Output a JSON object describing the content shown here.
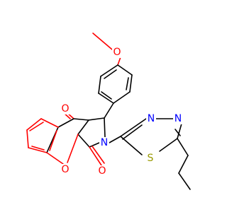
{
  "colors": {
    "carbon_bond": "#000000",
    "oxygen": "#ff0000",
    "nitrogen": "#0000ff",
    "sulfur": "#999900",
    "background": "#ffffff"
  },
  "atoms": {
    "methoxy_o": "O",
    "ketone_o": "O",
    "ring_o": "O",
    "amide_o": "O",
    "lactam_n": "N",
    "thiadiazole_n1": "N",
    "thiadiazole_n2": "N",
    "thiadiazole_s": "S"
  }
}
